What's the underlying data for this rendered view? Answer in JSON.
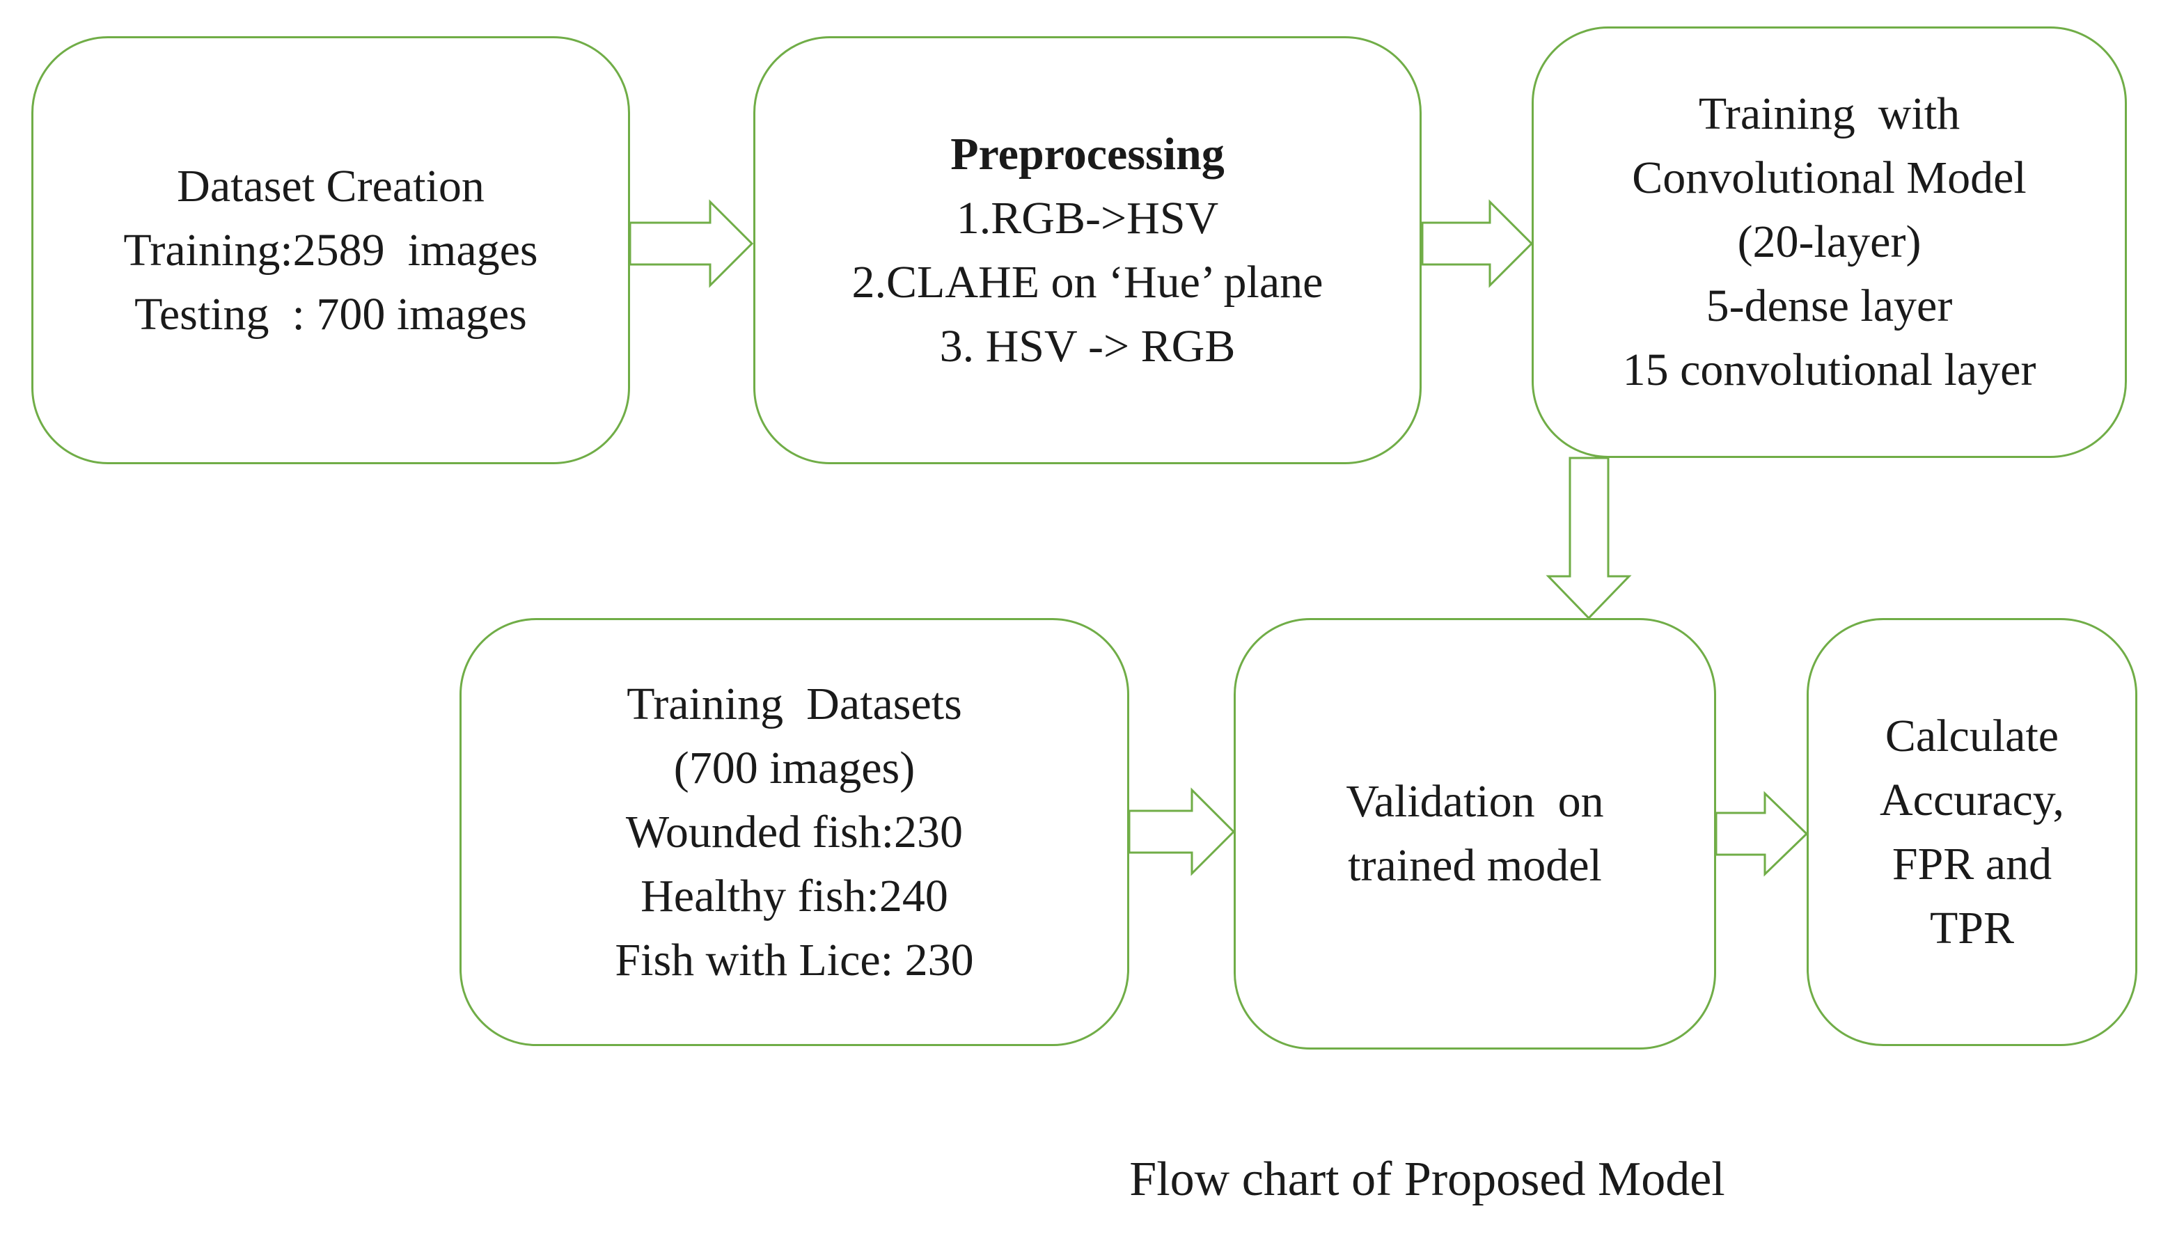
{
  "nodes": {
    "dataset_creation": {
      "lines": [
        "Dataset Creation",
        "Training:2589  images",
        "Testing  : 700 images"
      ]
    },
    "preprocessing": {
      "title": "Preprocessing",
      "lines": [
        "1.RGB->HSV",
        "2.CLAHE on ‘Hue’ plane",
        "3. HSV -> RGB"
      ]
    },
    "training_conv_model": {
      "lines": [
        "Training  with",
        "Convolutional Model",
        "(20-layer)",
        "5-dense layer",
        "15 convolutional layer"
      ]
    },
    "training_datasets": {
      "lines": [
        "Training  Datasets",
        "(700 images)",
        "Wounded fish:230",
        "Healthy fish:240",
        "Fish with Lice: 230"
      ]
    },
    "validation": {
      "lines": [
        "Validation  on",
        "trained model"
      ]
    },
    "calculate_metrics": {
      "lines": [
        "Calculate",
        "Accuracy,",
        "FPR and",
        "TPR"
      ]
    }
  },
  "caption": "Flow chart of Proposed Model",
  "colors": {
    "border": "#70ad47",
    "arrow_fill": "#ffffff",
    "text": "#1a1a1a"
  }
}
